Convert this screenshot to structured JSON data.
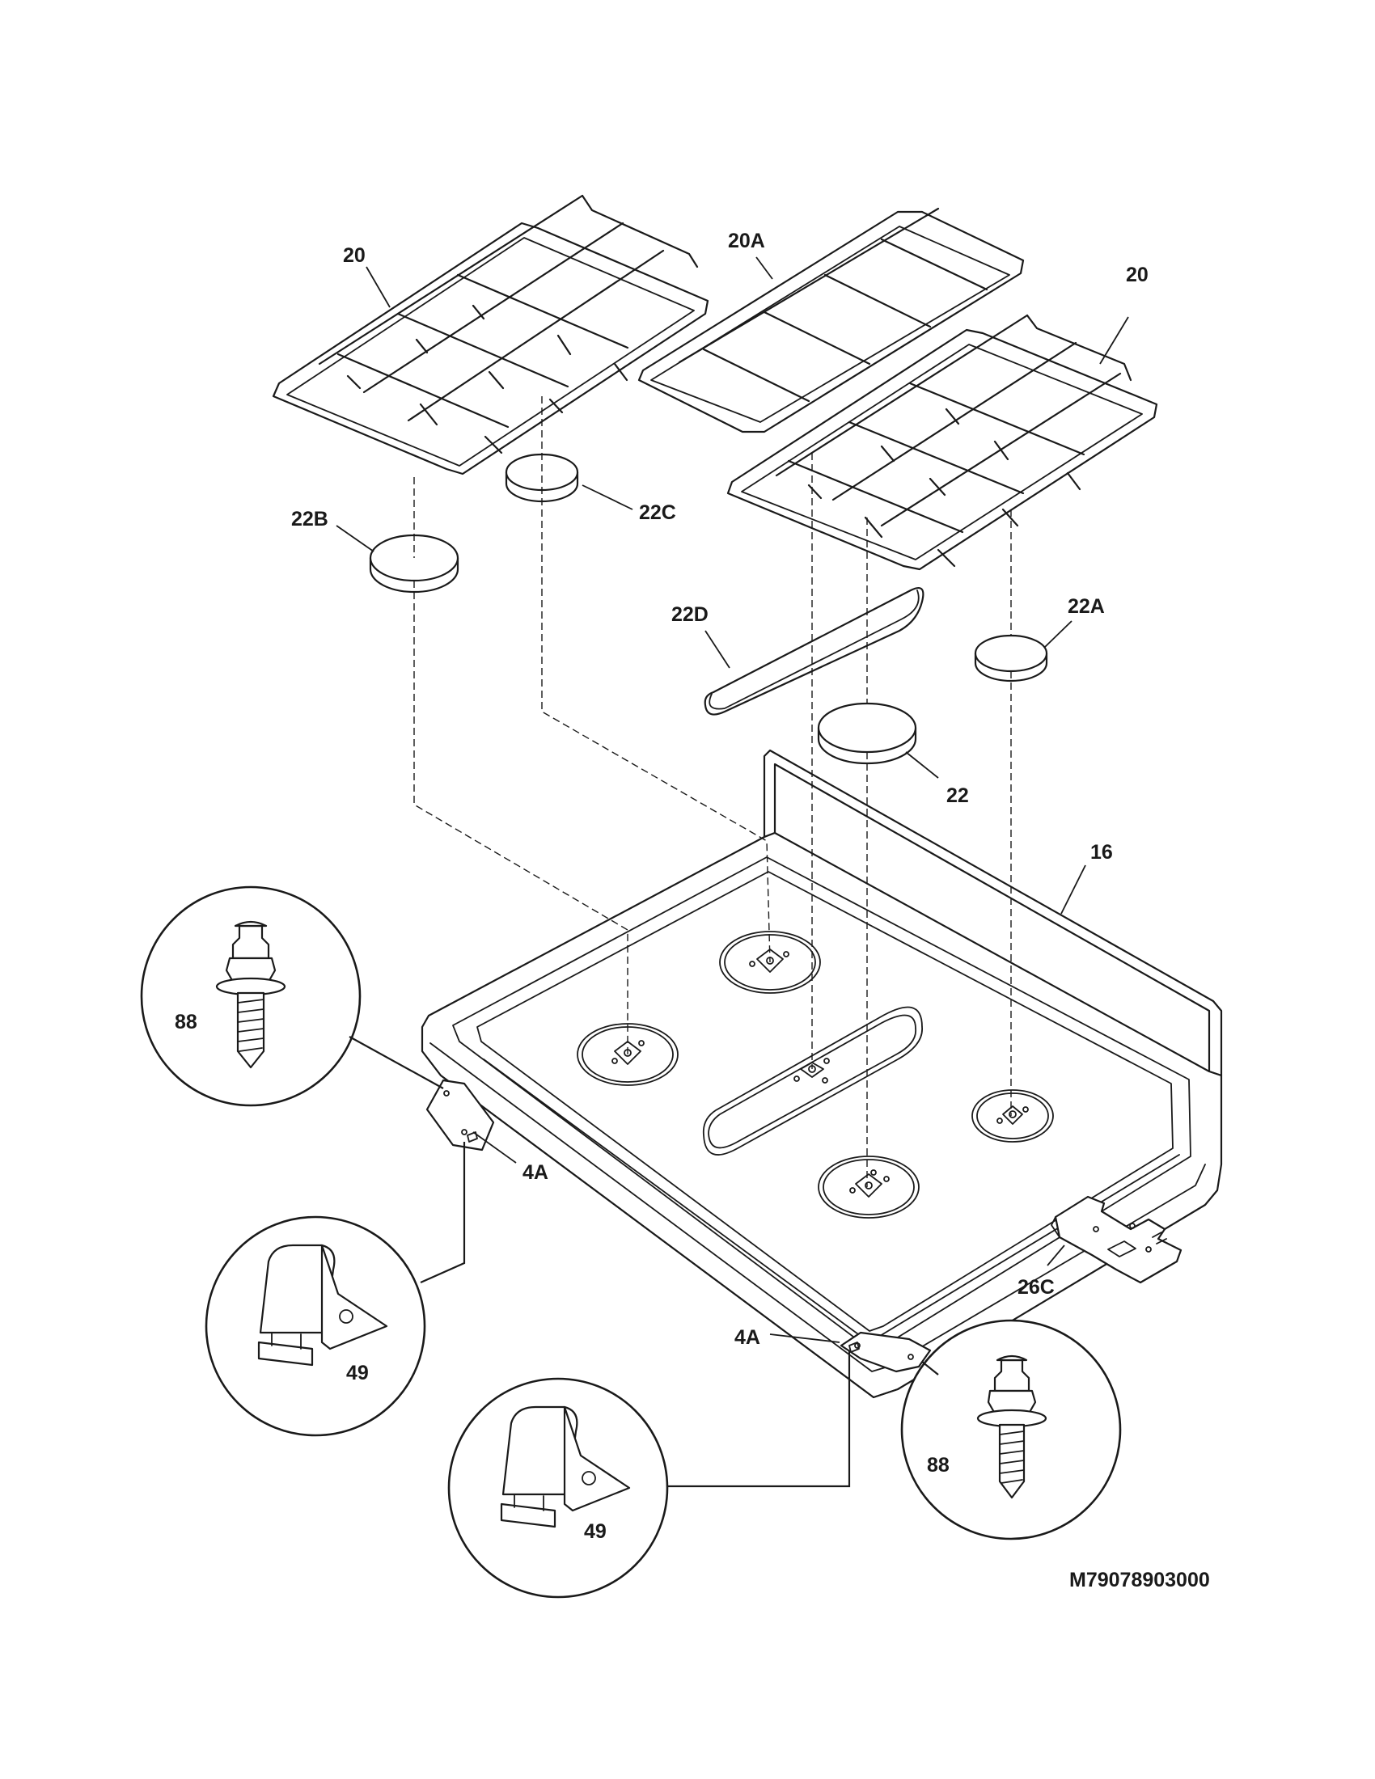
{
  "callouts": {
    "grate_left": "20",
    "grate_center": "20A",
    "grate_right": "20",
    "cap_22B": "22B",
    "cap_22C": "22C",
    "cap_22D": "22D",
    "cap_22A": "22A",
    "cap_22": "22",
    "cooktop": "16",
    "bracket_left": "4A",
    "bracket_right": "4A",
    "bracket_26C": "26C",
    "screw_left": "88",
    "screw_right": "88",
    "clip_left": "49",
    "clip_right": "49"
  },
  "document_id": "M79078903000"
}
